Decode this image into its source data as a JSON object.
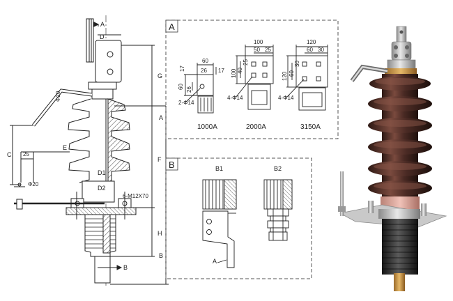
{
  "main_view": {
    "dims": {
      "A_top": "A",
      "D": "D",
      "G": "G",
      "A_mid": "A",
      "F": "F",
      "H": "H",
      "B_right": "B",
      "B_bottom": "B",
      "C": "C",
      "E": "E",
      "D1": "D1",
      "D2": "D2",
      "phi20_top": "Φ20",
      "phi20_left": "Φ20",
      "d25": "25",
      "mount": "6-M12X70"
    }
  },
  "panel_a": {
    "letter": "A",
    "t1000": {
      "w60": "60",
      "h17a": "17",
      "h17b": "17",
      "w26": "26",
      "h60": "60",
      "h26": "26",
      "hole": "2-Φ14",
      "caption": "1000A"
    },
    "t2000": {
      "w100": "100",
      "w25": "25",
      "w50": "50",
      "h100": "100",
      "h40": "40",
      "h25": "25",
      "hole": "4-Φ14",
      "caption": "2000A"
    },
    "t3150": {
      "w120": "120",
      "w30": "30",
      "w60": "60",
      "h120": "120",
      "h60": "60",
      "h30": "30",
      "hole": "4-Φ14",
      "caption": "3150A"
    }
  },
  "panel_b": {
    "letter": "B",
    "b1": "B1",
    "b2": "B2",
    "arrow_a": "A"
  },
  "colors": {
    "porcelain": "#4a2a24",
    "glaze_light": "#6e4036",
    "pink_section": "#d9a39a",
    "metal": "#b8b8b8",
    "line": "#222222"
  }
}
